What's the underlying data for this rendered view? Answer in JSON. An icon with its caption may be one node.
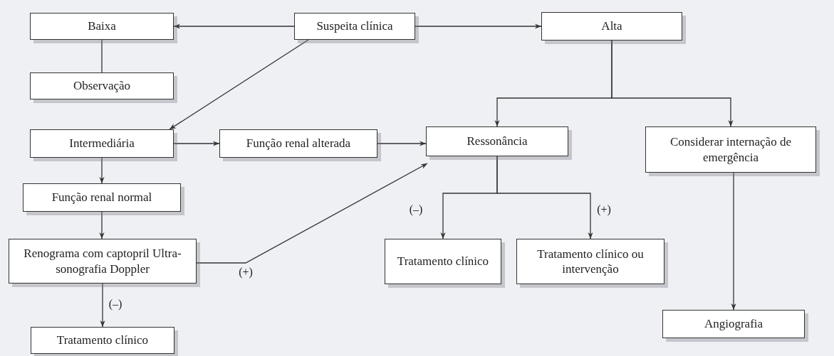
{
  "diagram": {
    "nodes": [
      {
        "text": [
          "Suspeita clínica"
        ]
      },
      {
        "text": [
          "Baixa"
        ]
      },
      {
        "text": [
          "Alta"
        ]
      },
      {
        "text": [
          "Observação"
        ]
      },
      {
        "text": [
          "Intermediária"
        ]
      },
      {
        "text": [
          "Função renal alterada"
        ]
      },
      {
        "text": [
          "Ressonância"
        ]
      },
      {
        "text": [
          "Considerar internação de emergência"
        ]
      },
      {
        "text": [
          "Função renal normal"
        ]
      },
      {
        "text": [
          "Renograma com captopril Ultra-sonografia Doppler"
        ]
      },
      {
        "text": [
          "Tratamento clínico"
        ]
      },
      {
        "text": [
          "Tratamento clínico"
        ]
      },
      {
        "text": [
          "Tratamento clínico ou intervenção"
        ]
      },
      {
        "text": [
          "Angiografia"
        ]
      }
    ],
    "edges": [
      {
        "from": 0,
        "to": 1,
        "arrow": "to"
      },
      {
        "from": 0,
        "to": 2,
        "arrow": "to"
      },
      {
        "from": 0,
        "to": 4,
        "arrow": "to"
      },
      {
        "from": 1,
        "to": 3,
        "arrow": "none"
      },
      {
        "from": 4,
        "to": 5,
        "arrow": "to"
      },
      {
        "from": 5,
        "to": 6,
        "arrow": "to"
      },
      {
        "from": 4,
        "to": 8,
        "arrow": "to"
      },
      {
        "from": 8,
        "to": 9,
        "arrow": "to"
      },
      {
        "from": 9,
        "to": 6,
        "arrow": "to",
        "label": "(+)"
      },
      {
        "from": 9,
        "to": 10,
        "arrow": "to",
        "label": "(–)"
      },
      {
        "from": 2,
        "to": 6,
        "arrow": "to"
      },
      {
        "from": 2,
        "to": 7,
        "arrow": "to"
      },
      {
        "from": 6,
        "to": 11,
        "arrow": "to",
        "label": "(–)"
      },
      {
        "from": 6,
        "to": 12,
        "arrow": "to",
        "label": "(+)"
      },
      {
        "from": 7,
        "to": 13,
        "arrow": "to"
      }
    ]
  }
}
